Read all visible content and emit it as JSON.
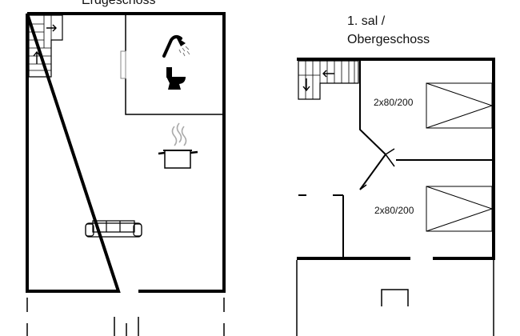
{
  "floors": {
    "ground": {
      "name": "Erdgeschoss"
    },
    "upper": {
      "line1": "1. sal /",
      "line2": "Obergeschoss"
    }
  },
  "rooms": {
    "bedroom_top": {
      "bed_label": "2x80/200"
    },
    "bedroom_bottom": {
      "bed_label": "2x80/200"
    }
  },
  "icons": {
    "shower": "shower-icon",
    "toilet": "toilet-icon",
    "cooking_pot": "cooking-pot-icon",
    "sofa": "sofa-icon",
    "stairs": "stairs-icon"
  },
  "colors": {
    "wall": "#000000",
    "thin_line": "#555555",
    "background": "#ffffff"
  }
}
